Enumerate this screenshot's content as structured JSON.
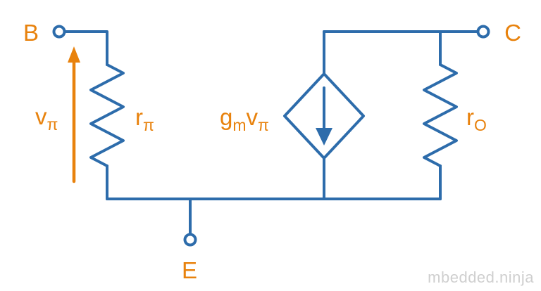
{
  "colors": {
    "wire": "#2d6cab",
    "label": "#e8820d",
    "watermark": "#cfcfcf"
  },
  "terminals": {
    "b": "B",
    "c": "C",
    "e": "E"
  },
  "labels": {
    "vpi": {
      "main": "v",
      "sub": "π"
    },
    "rpi": {
      "main": "r",
      "sub": "π"
    },
    "gmvpi": {
      "g": "g",
      "m": "m",
      "v": "v",
      "pi": "π"
    },
    "ro": {
      "main": "r",
      "sub": "O"
    }
  },
  "watermark": "mbedded.ninja"
}
